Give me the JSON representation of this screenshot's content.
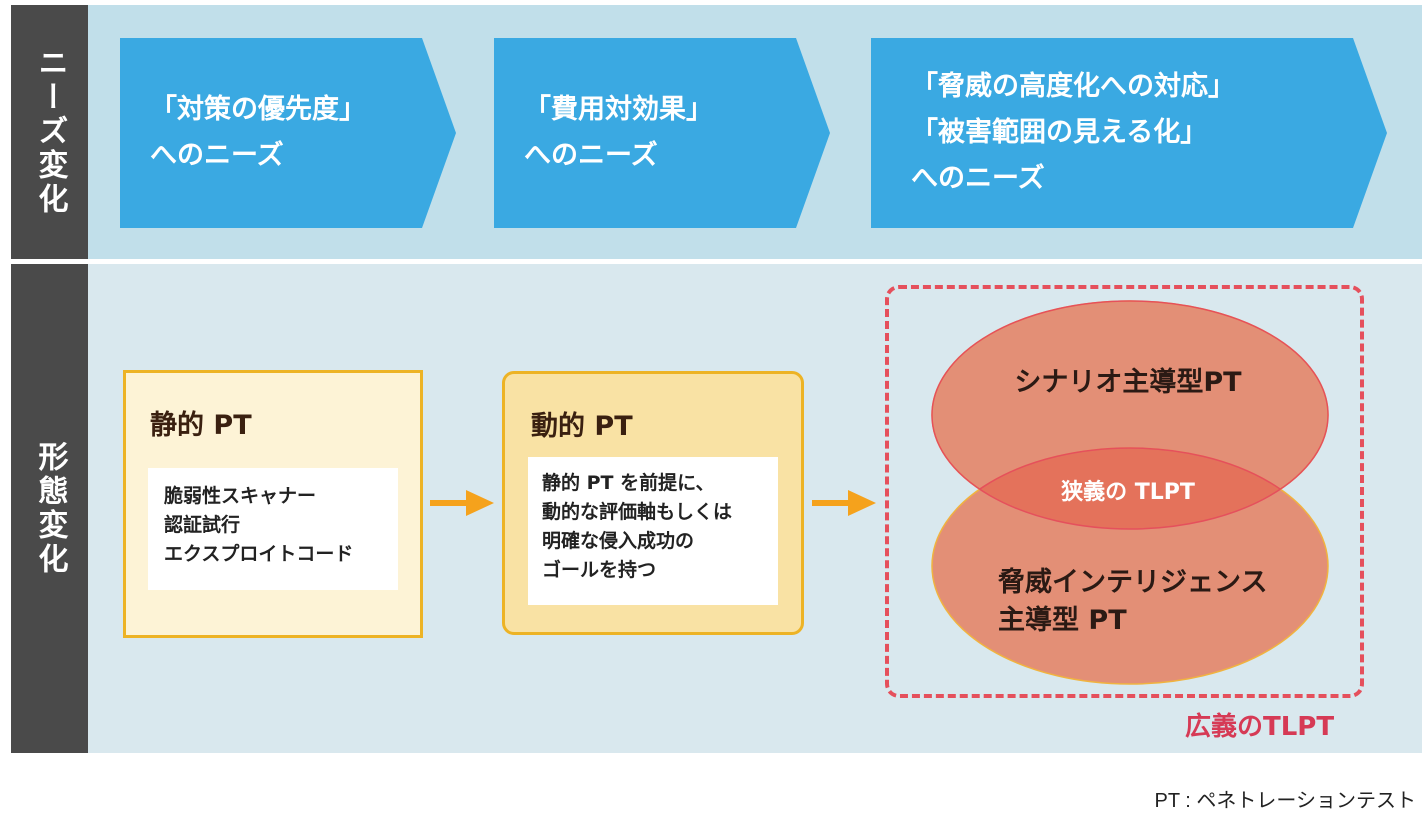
{
  "rows": {
    "needs": {
      "label": "ニーズ変化"
    },
    "form": {
      "label": "形態変化"
    }
  },
  "needs_chevrons": [
    {
      "lines": [
        "「対策の優先度」",
        "へのニーズ"
      ]
    },
    {
      "lines": [
        "「費用対効果」",
        "へのニーズ"
      ]
    },
    {
      "lines": [
        "「脅威の高度化への対応」",
        "「被害範囲の見える化」",
        "へのニーズ"
      ]
    }
  ],
  "static_pt": {
    "title": "静的 PT",
    "lines": [
      "脆弱性スキャナー",
      "認証試行",
      "エクスプロイトコード"
    ]
  },
  "dynamic_pt": {
    "title": "動的 PT",
    "lines": [
      "静的 PT を前提に、",
      "動的な評価軸もしくは",
      "明確な侵入成功の",
      "ゴールを持つ"
    ]
  },
  "tlpt": {
    "scenario_label": "シナリオ主導型PT",
    "narrow_label": "狭義の TLPT",
    "intel_lines": [
      "脅威インテリジェンス",
      "主導型 PT"
    ],
    "broad_label": "広義のTLPT"
  },
  "footnote": "PT : ペネトレーションテスト",
  "colors": {
    "dark_label": "#4a4a4a",
    "needs_bg": "#c1dfea",
    "form_bg": "#d9e8ee",
    "chevron": "#3aa9e2",
    "static_bg": "#fdf3d6",
    "dynamic_bg": "#f9e2a4",
    "box_border": "#edb325",
    "arrow": "#f5a21c",
    "ellipse": "#e38f76",
    "ellipse_overlap": "#e4725b",
    "broad_dash": "#e5505c",
    "broad_text": "#d63a55"
  }
}
